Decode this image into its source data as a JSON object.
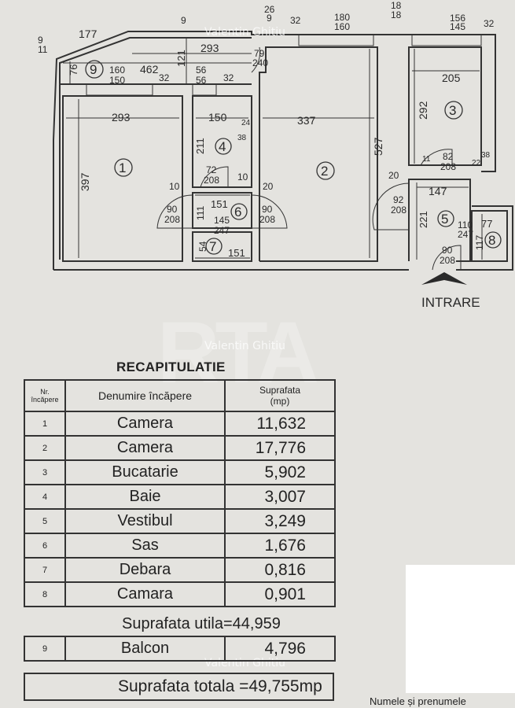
{
  "plan": {
    "watermark": "Valentin Ghitiu",
    "logo": "RTA",
    "entrance": "INTRARE",
    "rooms": [
      "1",
      "2",
      "3",
      "4",
      "5",
      "6",
      "7",
      "8",
      "9"
    ],
    "dims": {
      "d177": "177",
      "d9a": "9",
      "d11a": "11",
      "d9b": "9",
      "d26": "26",
      "d9c": "9",
      "d32a": "32",
      "d180": "180",
      "d160a": "160",
      "d18a": "18",
      "d18b": "18",
      "d156": "156",
      "d145a": "145",
      "d32b": "32",
      "d293a": "293",
      "d79": "79",
      "d240": "240",
      "d121": "121",
      "d462": "462",
      "d76": "76",
      "d160b": "160",
      "d150a": "150",
      "d32c": "32",
      "d56a": "56",
      "d56b": "56",
      "d32d": "32",
      "d293b": "293",
      "d150b": "150",
      "d24": "24",
      "d38a": "38",
      "d337": "337",
      "d527": "527",
      "d205": "205",
      "d292": "292",
      "d397": "397",
      "d211": "211",
      "d72": "72",
      "d208a": "208",
      "d10a": "10",
      "d10b": "10",
      "d20a": "20",
      "d82": "82",
      "d208b": "208",
      "d11b": "11",
      "d22": "22",
      "d38b": "38",
      "d20b": "20",
      "d92": "92",
      "d208c": "208",
      "d147": "147",
      "d221": "221",
      "d90a": "90",
      "d208d": "208",
      "d90b": "90",
      "d208e": "208",
      "d151a": "151",
      "d111": "111",
      "d145b": "145",
      "d247a": "247",
      "d54": "54",
      "d151b": "151",
      "d110": "110",
      "d247b": "247",
      "d77": "77",
      "d117": "117",
      "d90c": "90",
      "d208f": "208"
    }
  },
  "recap": {
    "title": "RECAPITULATIE",
    "headers": {
      "nr_line1": "Nr.",
      "nr_line2": "încăpere",
      "name": "Denumire încăpere",
      "area_line1": "Suprafata",
      "area_line2": "(mp)"
    },
    "rows": [
      {
        "nr": "1",
        "name": "Camera",
        "area": "11,632"
      },
      {
        "nr": "2",
        "name": "Camera",
        "area": "17,776"
      },
      {
        "nr": "3",
        "name": "Bucatarie",
        "area": "5,902"
      },
      {
        "nr": "4",
        "name": "Baie",
        "area": "3,007"
      },
      {
        "nr": "5",
        "name": "Vestibul",
        "area": "3,249"
      },
      {
        "nr": "6",
        "name": "Sas",
        "area": "1,676"
      },
      {
        "nr": "7",
        "name": "Debara",
        "area": "0,816"
      },
      {
        "nr": "8",
        "name": "Camara",
        "area": "0,901"
      }
    ],
    "useful_area": "Suprafata utila=44,959",
    "balcony": {
      "nr": "9",
      "name": "Balcon",
      "area": "4,796"
    },
    "total_area": "Suprafata totala =49,755mp"
  },
  "footer": "Numele și prenumele"
}
